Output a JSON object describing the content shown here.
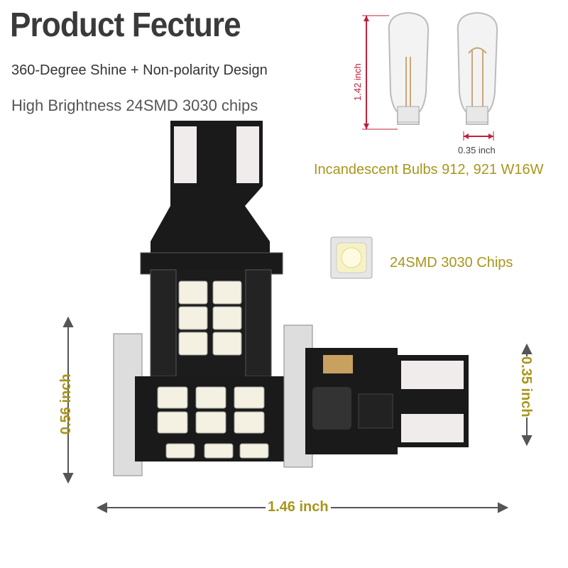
{
  "title": "Product Fecture",
  "features": {
    "line1": "360-Degree Shine + Non-polarity Design",
    "line2": "High Brightness 24SMD 3030 chips"
  },
  "reference": {
    "label": "Incandescent Bulbs 912, 921 W16W",
    "height": "1.42 inch",
    "width": "0.35 inch"
  },
  "chip_label": "24SMD 3030 Chips",
  "dimensions": {
    "height": "0.56 inch",
    "width": "1.46 inch",
    "depth": "0.35 inch"
  },
  "colors": {
    "title": "#3a3a3a",
    "accent": "#a8961c",
    "dimension_red": "#c0203a",
    "pcb": "#1a1a1a",
    "led": "#f4f1e2"
  }
}
